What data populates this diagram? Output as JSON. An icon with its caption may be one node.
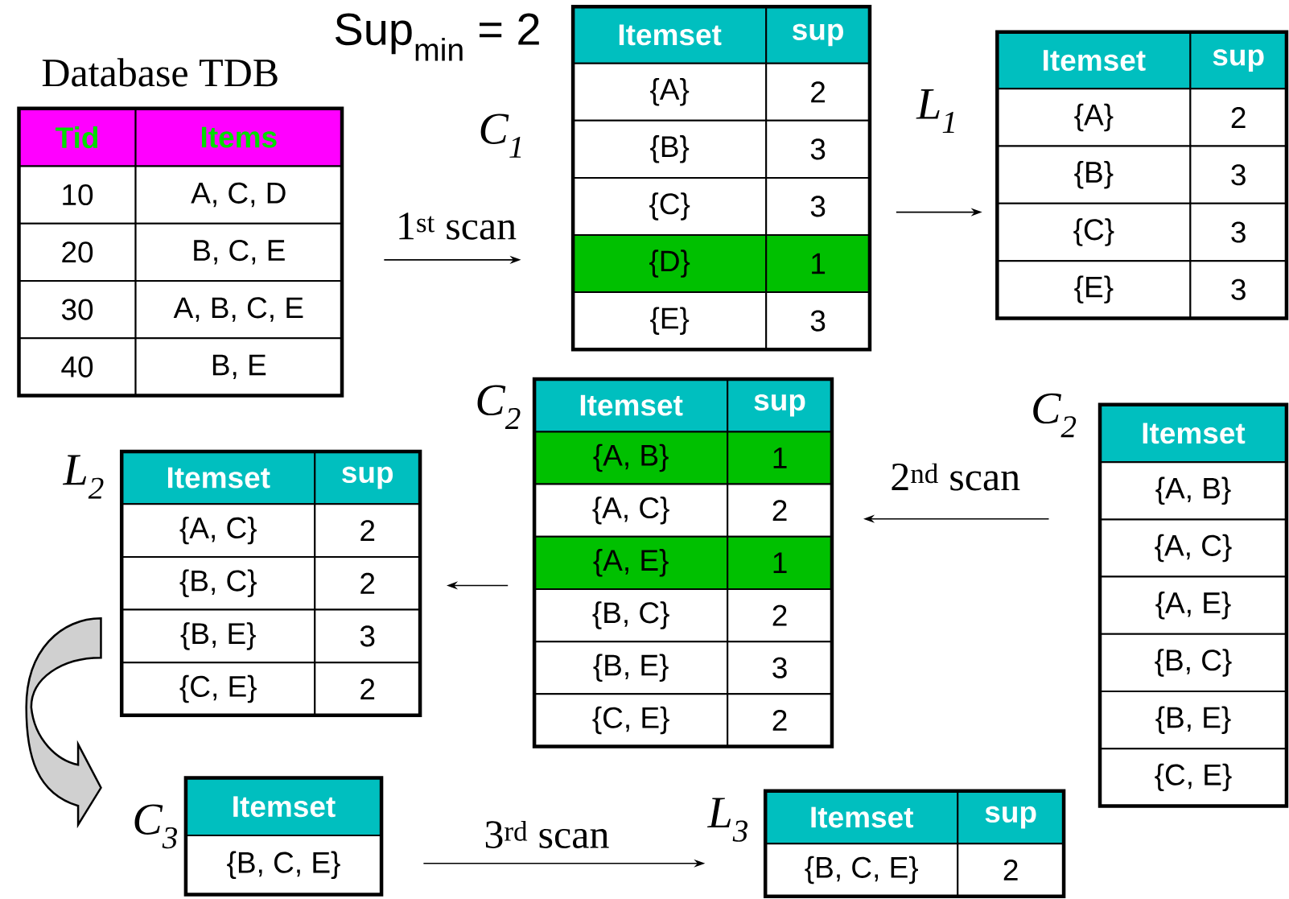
{
  "diagram": {
    "nodes": [
      {
        "text": [
          "Tid",
          "Items",
          "10",
          "A, C, D",
          "20",
          "B, C, E",
          "30",
          "A, B, C, E",
          "40",
          "B, E"
        ],
        "beside": [
          "Database TDB"
        ]
      },
      {
        "text": [
          "Itemset",
          "sup",
          "{A}",
          "2",
          "{B}",
          "3",
          "{C}",
          "3",
          "{D}",
          "1",
          "{E}",
          "3"
        ],
        "beside": [
          "C$_{1}$"
        ]
      },
      {
        "text": [
          "Itemset",
          "sup",
          "{A}",
          "2",
          "{B}",
          "3",
          "{C}",
          "3",
          "{E}",
          "3"
        ],
        "beside": [
          "L$_{1}$"
        ]
      },
      {
        "text": [
          "Itemset",
          "{A, B}",
          "{A, C}",
          "{A, E}",
          "{B, C}",
          "{B, E}",
          "{C, E}"
        ],
        "beside": [
          "C$_{2}$"
        ]
      },
      {
        "text": [
          "Itemset",
          "sup",
          "{A, B}",
          "1",
          "{A, C}",
          "2",
          "{A, E}",
          "1",
          "{B, C}",
          "2",
          "{B, E}",
          "3",
          "{C, E}",
          "2"
        ],
        "beside": [
          "C$_{2}$"
        ]
      },
      {
        "text": [
          "Itemset",
          "sup",
          "{A, C}",
          "2",
          "{B, C}",
          "2",
          "{B, E}",
          "3",
          "{C, E}",
          "2"
        ],
        "beside": [
          "L$_{2}$"
        ]
      },
      {
        "text": [
          "Itemset",
          "{B, C, E}"
        ],
        "beside": [
          "C$_{3}$"
        ]
      },
      {
        "text": [
          "Itemset",
          "sup",
          "{B, C, E}",
          "2"
        ],
        "beside": [
          "L$_{3}$"
        ]
      }
    ],
    "edges": [
      {
        "from": 0,
        "to": 1,
        "arrow": "to",
        "label": "1$^{st}$ scan"
      },
      {
        "from": 1,
        "to": 2,
        "arrow": "to"
      },
      {
        "from": 3,
        "to": 4,
        "arrow": "to",
        "label": "2$^{nd}$ scan"
      },
      {
        "from": 4,
        "to": 5,
        "arrow": "to"
      },
      {
        "from": 5,
        "to": 6,
        "arrow": "to",
        "style": "thick"
      },
      {
        "from": 6,
        "to": 7,
        "arrow": "to",
        "label": "3$^{rd}$ scan"
      }
    ],
    "labels": [
      "Sup$_{min}$ = 2"
    ]
  }
}
